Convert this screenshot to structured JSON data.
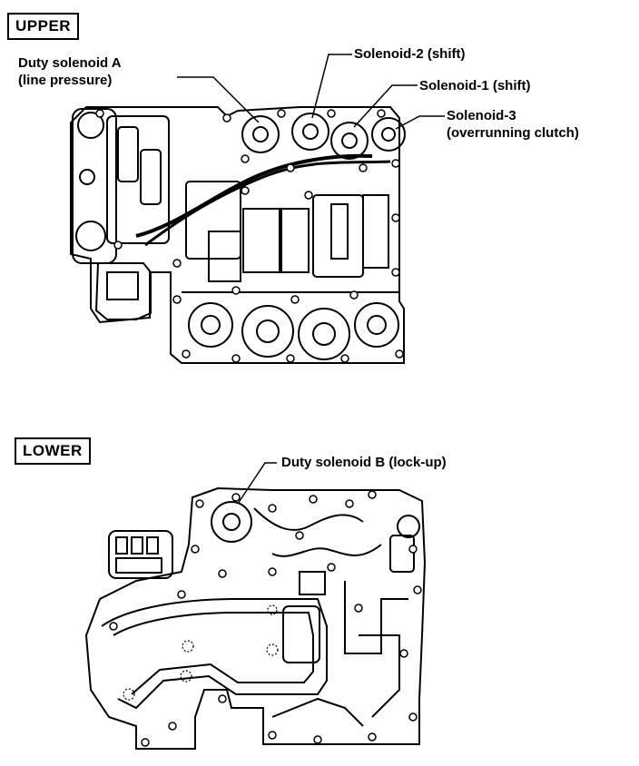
{
  "upper": {
    "section_label": "UPPER",
    "callouts": {
      "duty_solenoid_a": [
        "Duty solenoid A",
        "(line pressure)"
      ],
      "solenoid_2": "Solenoid-2 (shift)",
      "solenoid_1": "Solenoid-1 (shift)",
      "solenoid_3": [
        "Solenoid-3",
        "(overrunning clutch)"
      ]
    }
  },
  "lower": {
    "section_label": "LOWER",
    "callouts": {
      "duty_solenoid_b": "Duty solenoid B (lock-up)"
    }
  }
}
